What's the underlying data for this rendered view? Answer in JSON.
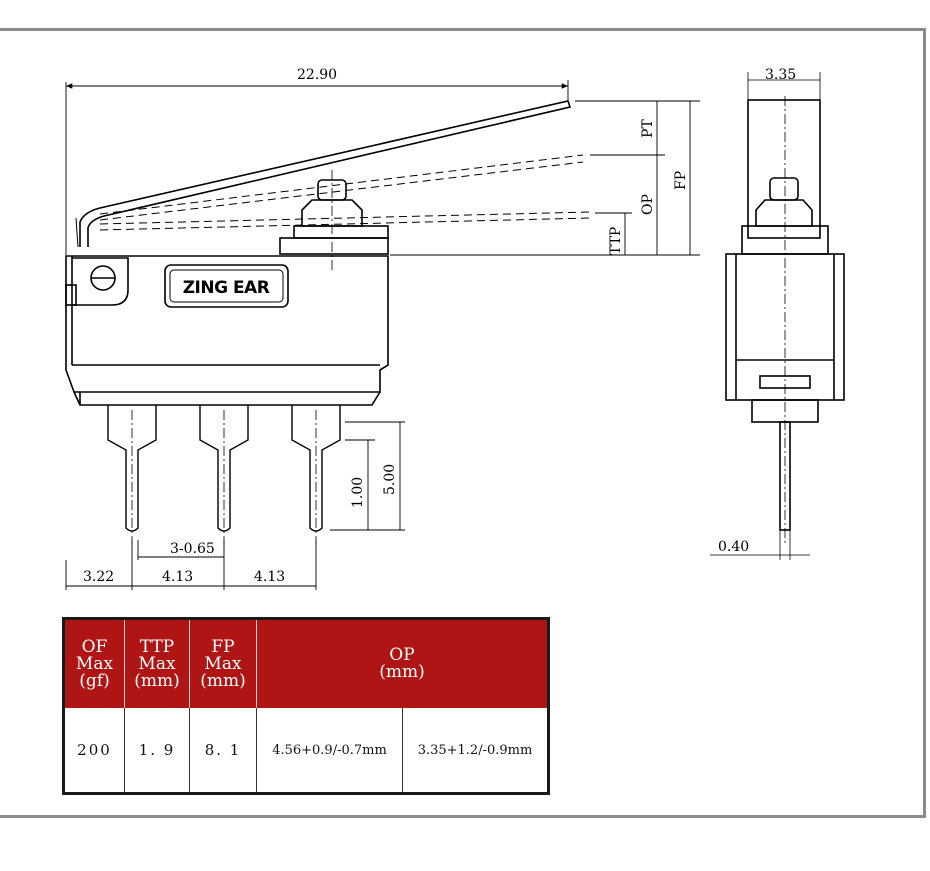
{
  "dimensions": {
    "overall_length": "22.90",
    "width": "3.35",
    "pin_pitch_count": "3-0.65",
    "pin_offset": "3.22",
    "pin_spacing_1": "4.13",
    "pin_spacing_2": "4.13",
    "pin_len_short": "1.00",
    "pin_len_long": "5.00",
    "pin_thickness": "0.40"
  },
  "position_labels": {
    "pt": "PT",
    "fp": "FP",
    "op": "OP",
    "ttp": "TTP"
  },
  "brand_label": "ZING EAR",
  "table": {
    "headers": [
      "OF\nMax\n(gf)",
      "TTP\nMax\n(mm)",
      "FP\nMax\n(mm)",
      "OP\n(mm)"
    ],
    "values": [
      "200",
      "1. 9",
      "8. 1",
      "4.56+0.9/-0.7mm",
      "3.35+1.2/-0.9mm"
    ]
  },
  "colors": {
    "header_bg": "#b01515",
    "frame": "#8a8a8a"
  }
}
